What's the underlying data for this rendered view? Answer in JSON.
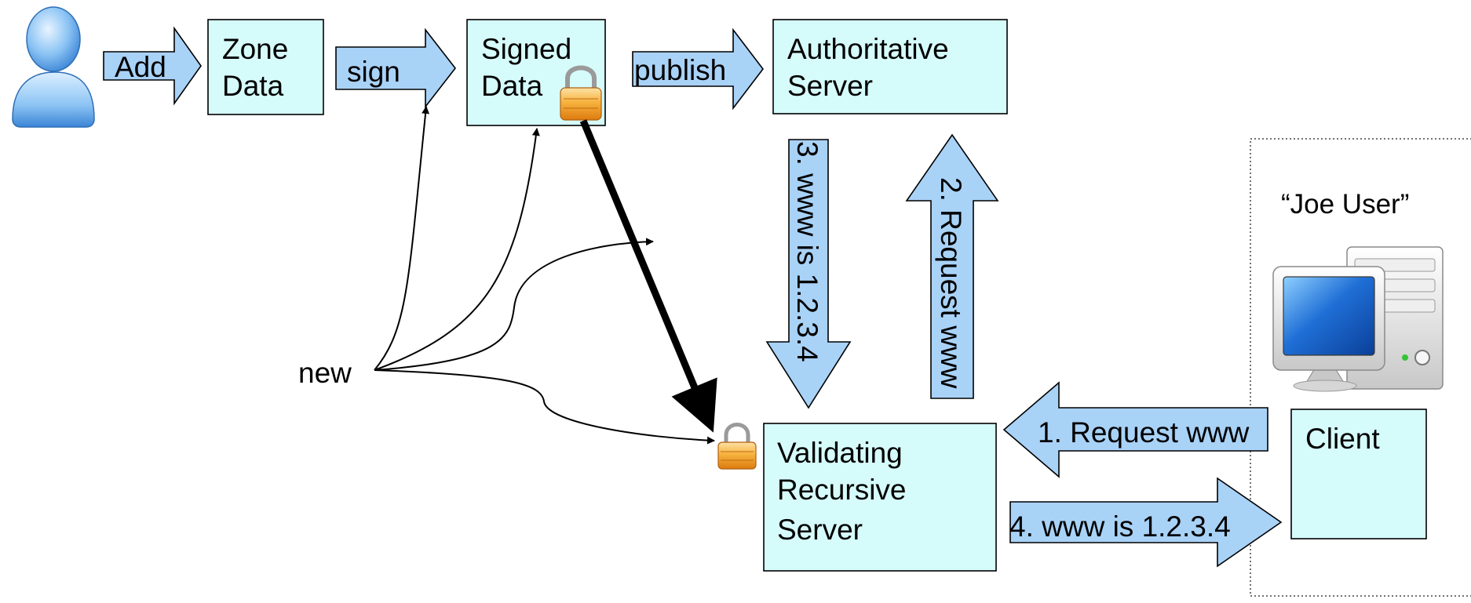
{
  "boxes": {
    "zone_data": [
      "Zone",
      "Data"
    ],
    "signed_data": [
      "Signed",
      "Data"
    ],
    "authoritative_server": [
      "Authoritative",
      "Server"
    ],
    "validating_recursive_server": [
      "Validating",
      "Recursive",
      "Server"
    ],
    "client": "Client"
  },
  "arrows": {
    "add": "Add",
    "sign": "sign",
    "publish": "publish",
    "step1": "1. Request www",
    "step2": "2. Request www",
    "step3": "3. www is 1.2.3.4",
    "step4": "4. www is 1.2.3.4"
  },
  "labels": {
    "new": "new",
    "joe_user": "“Joe User”"
  },
  "colors": {
    "box_fill": "#d6fbfb",
    "arrow_fill": "#a9d2f7",
    "lock_body": "#f0a93a",
    "monitor_screen": "#1f6fd6"
  },
  "icons": [
    "user-icon",
    "lock-icon",
    "computer-icon"
  ]
}
